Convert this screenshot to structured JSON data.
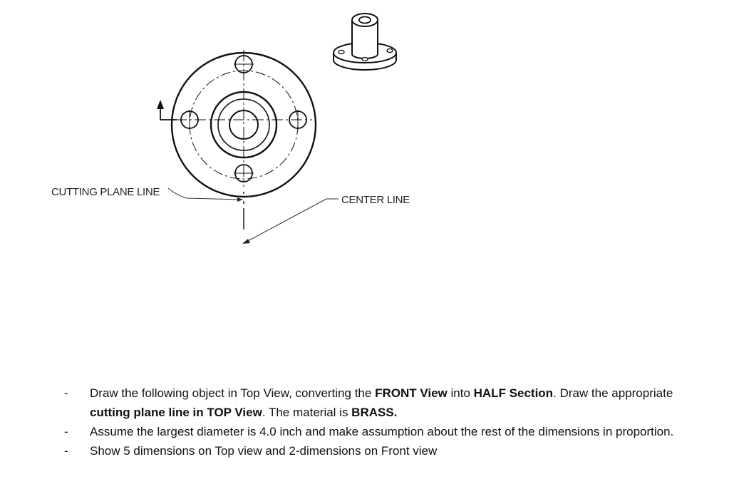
{
  "labels": {
    "cutting_plane_line": "CUTTING PLANE LINE",
    "center_line": "CENTER LINE"
  },
  "instructions": {
    "bullet": "-",
    "item1": {
      "t1": "Draw the following object in Top View, converting the ",
      "b1": "FRONT View",
      "t2": " into ",
      "b2": "HALF Section",
      "t3": ". Draw the appropriate ",
      "b3": "cutting plane line in TOP View",
      "t4": ". The material is ",
      "b4": "BRASS."
    },
    "item2": "Assume the largest diameter is 4.0 inch and make assumption about the rest of the dimensions in proportion.",
    "item3": "Show 5 dimensions on Top view and 2-dimensions on Front view"
  }
}
